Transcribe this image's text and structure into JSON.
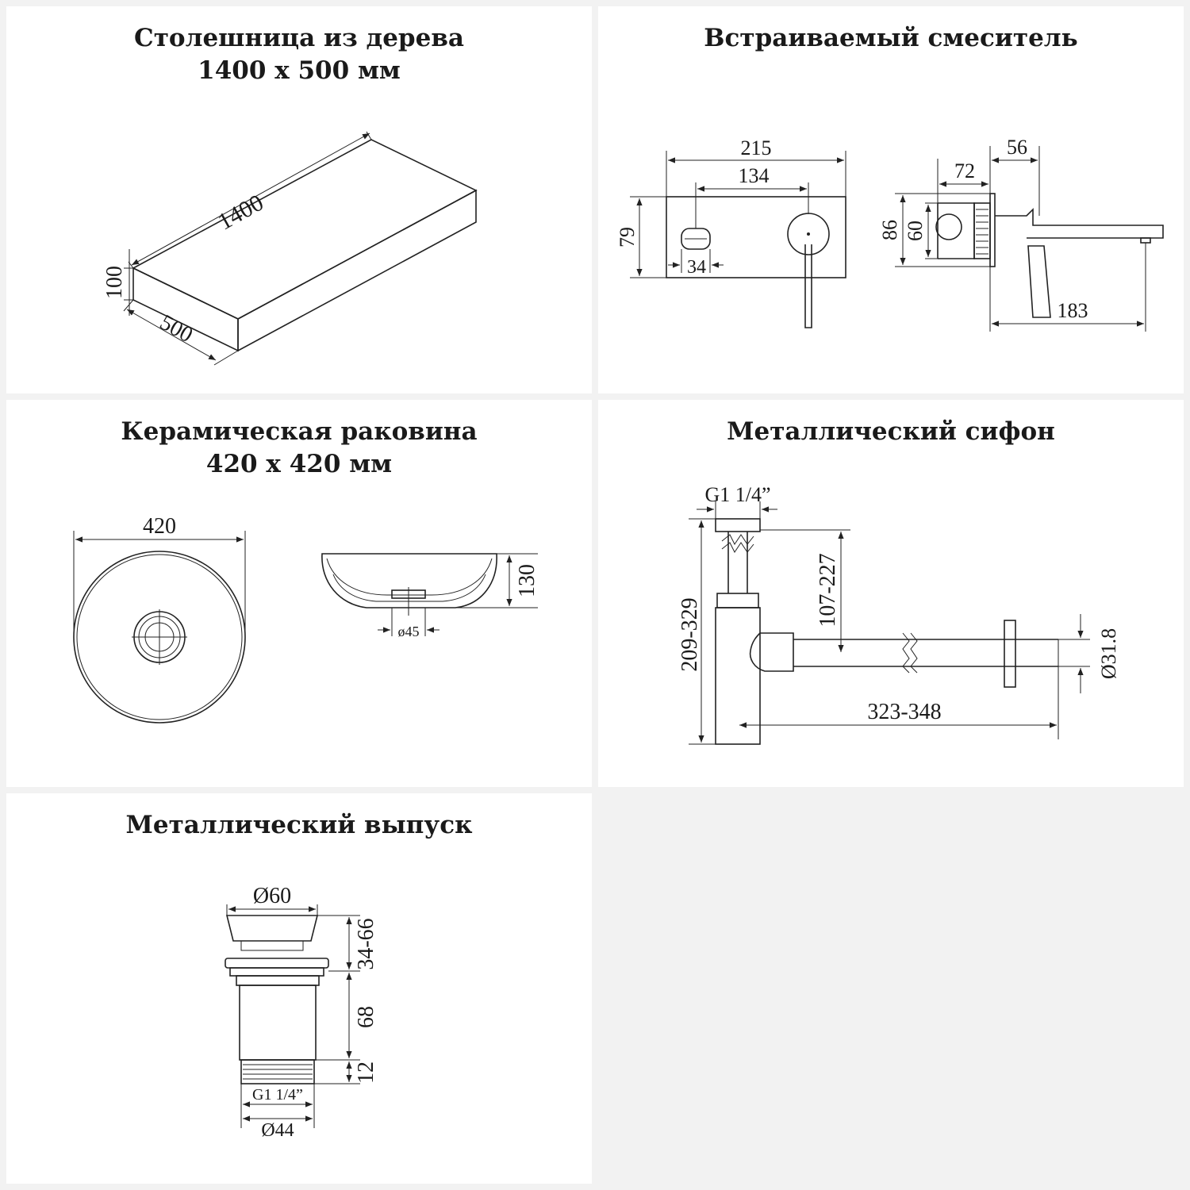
{
  "panels": {
    "countertop": {
      "title_line1": "Столешница из дерева",
      "title_line2": "1400 x 500 мм",
      "dims": {
        "length": "1400",
        "height": "100",
        "width": "500"
      }
    },
    "mixer": {
      "title": "Встраиваемый смеситель",
      "dims": {
        "d215": "215",
        "d134": "134",
        "d79": "79",
        "d34": "34",
        "d56": "56",
        "d72": "72",
        "d86": "86",
        "d60": "60",
        "d183": "183"
      }
    },
    "sink": {
      "title_line1": "Керамическая раковина",
      "title_line2": "420 x 420 мм",
      "dims": {
        "diameter": "420",
        "height": "130",
        "drain": "ø45"
      }
    },
    "siphon": {
      "title": "Металлический сифон",
      "dims": {
        "thread": "G1 1/4”",
        "height": "209-329",
        "inner": "107-227",
        "pipe": "Ø31.8",
        "length": "323-348"
      }
    },
    "drain": {
      "title": "Металлический выпуск",
      "dims": {
        "top_diameter": "Ø60",
        "adjust": "34-66",
        "body": "68",
        "thread_len": "12",
        "thread": "G1 1/4”",
        "bottom_diameter": "Ø44"
      }
    }
  }
}
